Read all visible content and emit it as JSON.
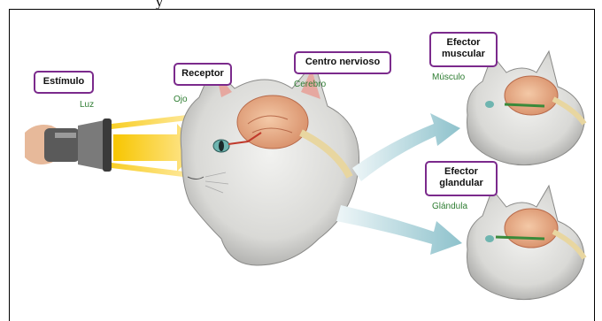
{
  "labels": {
    "estimulo": "Estímulo",
    "luz": "Luz",
    "receptor": "Receptor",
    "ojo": "Ojo",
    "centro": "Centro nervioso",
    "cerebro": "Cerebro",
    "efector_muscular_l1": "Efector",
    "efector_muscular_l2": "muscular",
    "musculo": "Músculo",
    "efector_glandular_l1": "Efector",
    "efector_glandular_l2": "glandular",
    "glandula": "Glándula"
  },
  "top_fragment": "y",
  "colors": {
    "box_border": "#7b2a8c",
    "sub_text": "#2e7d32",
    "arrow": "#a9cfd6",
    "light": "#f5c518"
  }
}
